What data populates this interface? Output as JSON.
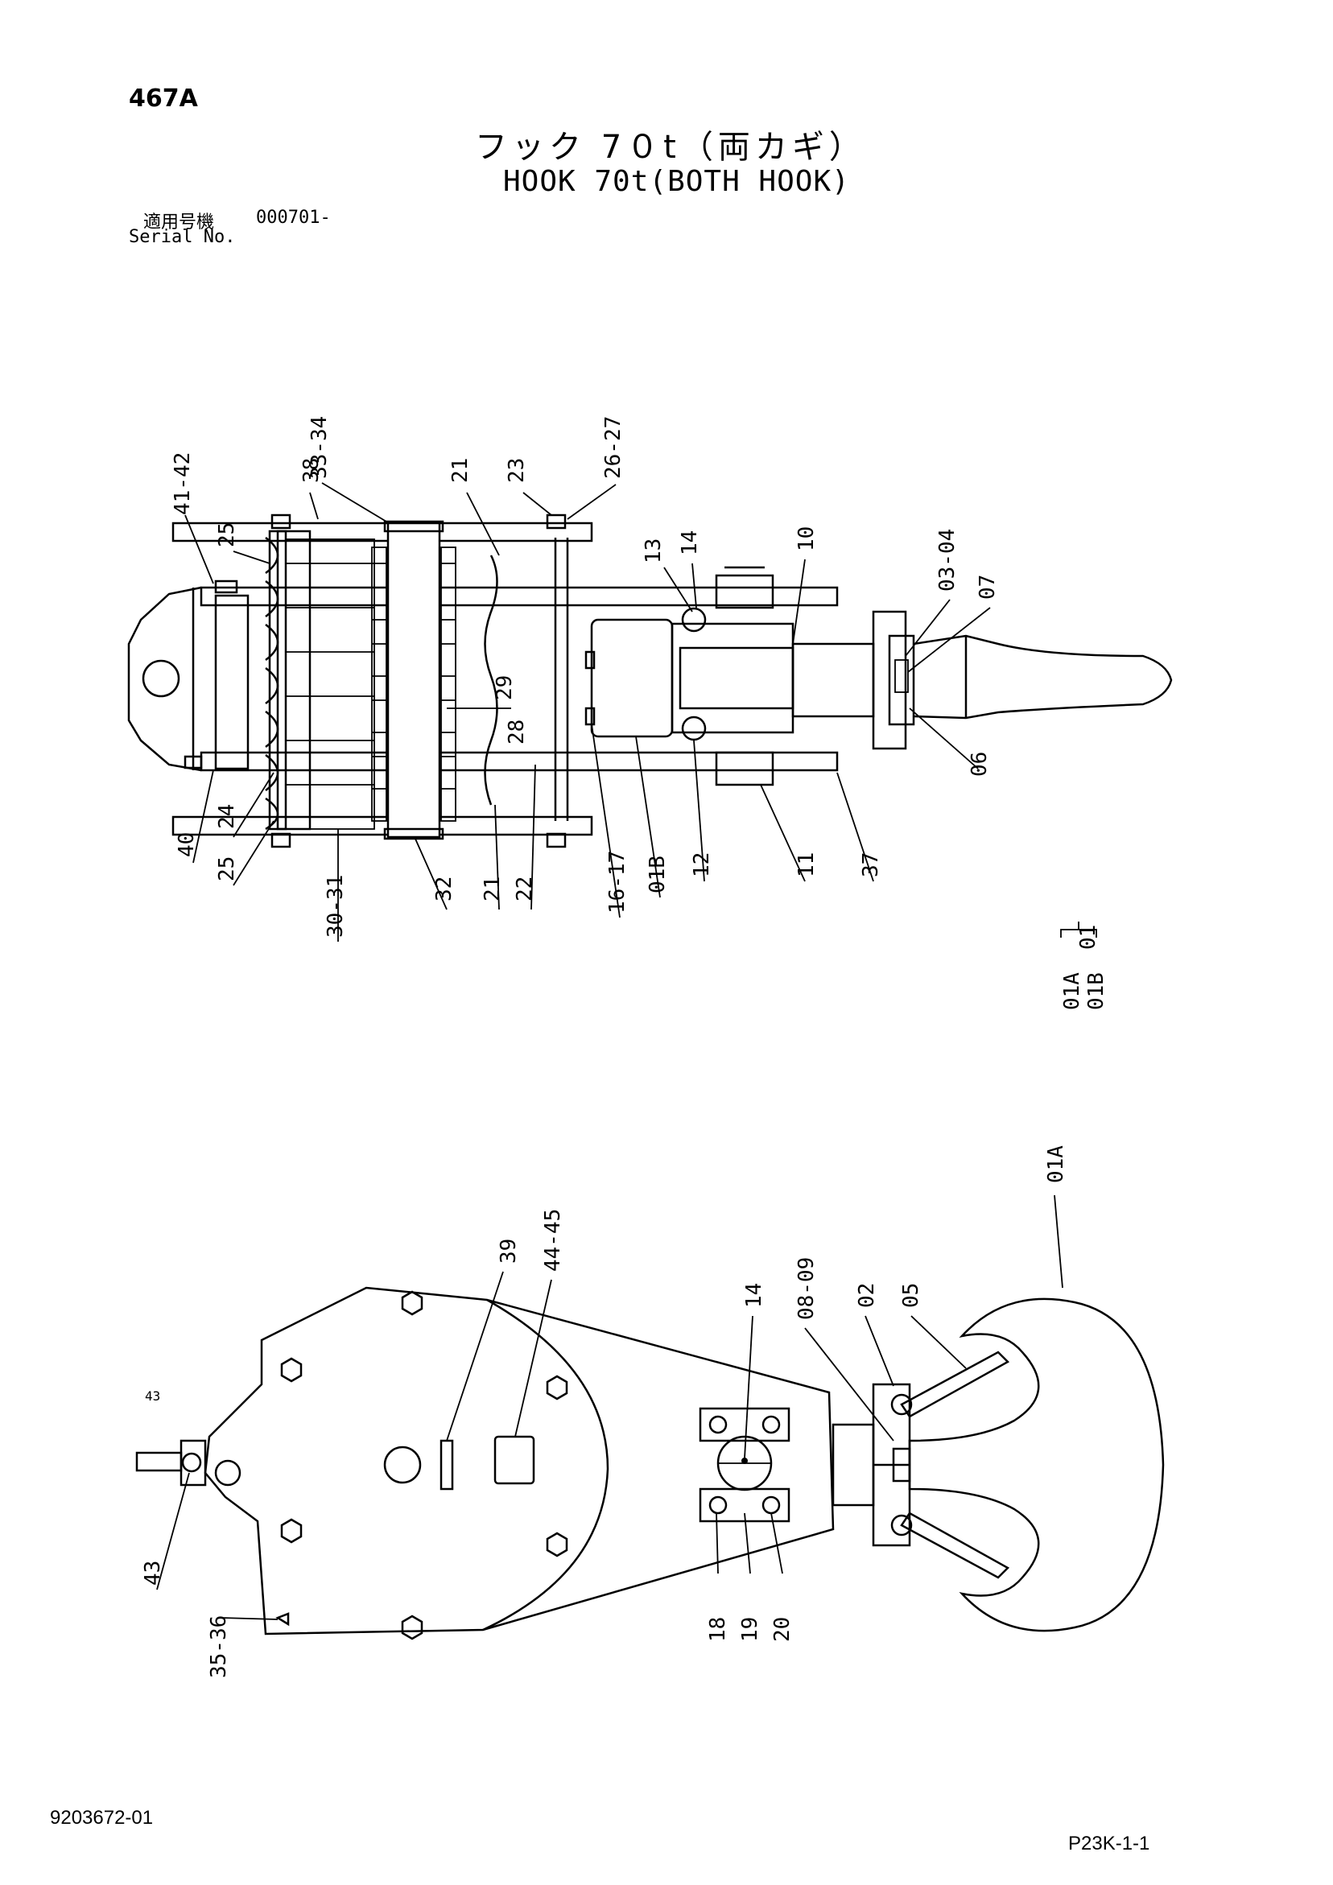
{
  "header": {
    "page_no": "467A",
    "title_jp": "フック 7０t（両カギ）",
    "title_en": "HOOK 70t(BOTH HOOK)",
    "serial_label_jp": "適用号機",
    "serial_range": "000701-",
    "serial_label_en": "Serial No."
  },
  "footer": {
    "doc_no": "9203672-01",
    "sheet_no": "P23K-1-1"
  },
  "top_view": {
    "callouts": [
      "41-42",
      "38",
      "33-34",
      "21",
      "23",
      "26-27",
      "25",
      "13",
      "14",
      "10",
      "03-04",
      "07",
      "29",
      "28",
      "06",
      "40",
      "24",
      "25",
      "30-31",
      "32",
      "21",
      "22",
      "16-17",
      "01B",
      "12",
      "11",
      "37"
    ]
  },
  "side_view": {
    "callouts": [
      "39",
      "44-45",
      "14",
      "08-09",
      "02",
      "05",
      "01A",
      "43",
      "35-36",
      "18",
      "19",
      "20"
    ]
  },
  "assembly_legend": {
    "parent": "01",
    "children": [
      "01A",
      "01B"
    ]
  }
}
